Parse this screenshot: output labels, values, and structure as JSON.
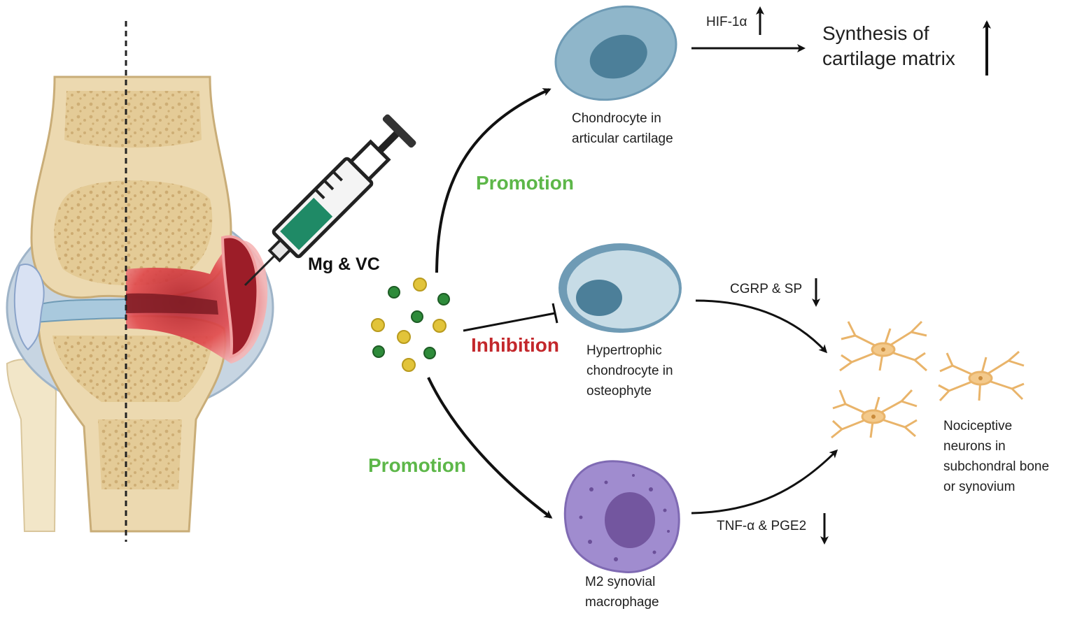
{
  "agent": {
    "label": "Mg & VC"
  },
  "pathways": {
    "promotion_top": "Promotion",
    "inhibition": "Inhibition",
    "promotion_bottom": "Promotion"
  },
  "cells": {
    "chondrocyte": {
      "line1": "Chondrocyte in",
      "line2": "articular cartilage"
    },
    "hypertrophic": {
      "line1": "Hypertrophic",
      "line2": "chondrocyte in",
      "line3": "osteophyte"
    },
    "macrophage": {
      "line1": "M2 synovial",
      "line2": "macrophage"
    },
    "neurons": {
      "line1": "Nociceptive",
      "line2": "neurons in",
      "line3": "subchondral bone",
      "line4": "or synovium"
    }
  },
  "markers": {
    "hif": "HIF-1α",
    "cgrp": "CGRP & SP",
    "tnf": "TNF-α & PGE2"
  },
  "outcome": {
    "line1": "Synthesis of",
    "line2": "cartilage matrix"
  },
  "colors": {
    "promotion": "#5db749",
    "inhibition": "#c3272b",
    "chondrocyte": "#7fa8bd",
    "macrophage": "#9b86c9",
    "neuron": "#f3c98b",
    "bone": "#ecd9b0",
    "inflammation": "#e0474c",
    "particle_green": "#2e8b3a",
    "particle_yellow": "#e2c43a"
  }
}
